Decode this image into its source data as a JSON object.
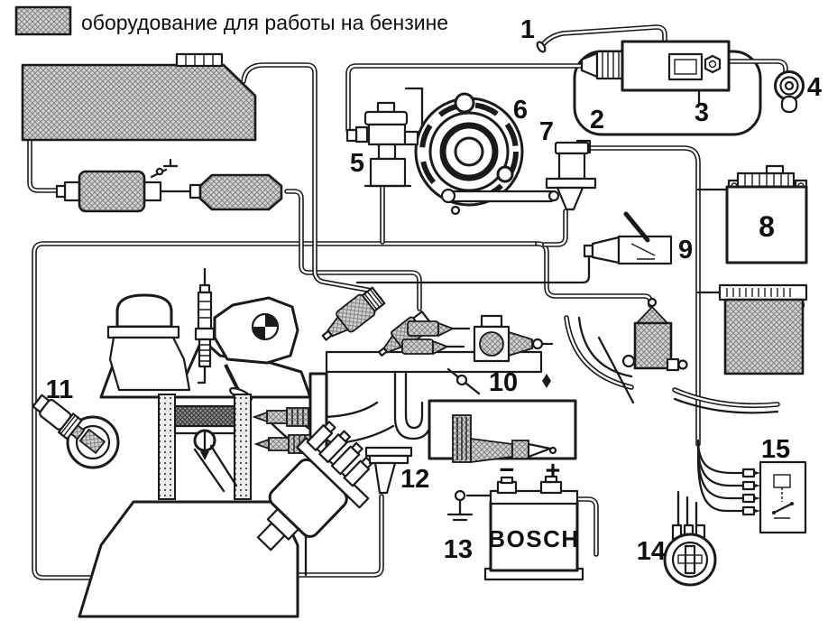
{
  "legend": {
    "swatch": "hatched-gray",
    "text": "оборудование для работы на бензине"
  },
  "callouts": {
    "c1": "1",
    "c2": "2",
    "c3": "3",
    "c4": "4",
    "c5": "5",
    "c6": "6",
    "c7": "7",
    "c8": "8",
    "c9": "9",
    "c10": "10",
    "c11": "11",
    "c12": "12",
    "c13": "13",
    "c14": "14",
    "c15": "15"
  },
  "battery": {
    "brand": "BOSCH",
    "minus": "−",
    "plus": "+"
  },
  "colors": {
    "ink": "#1a1a1a",
    "paper": "#ffffff",
    "hatch_fill": "#d2d2d2"
  }
}
